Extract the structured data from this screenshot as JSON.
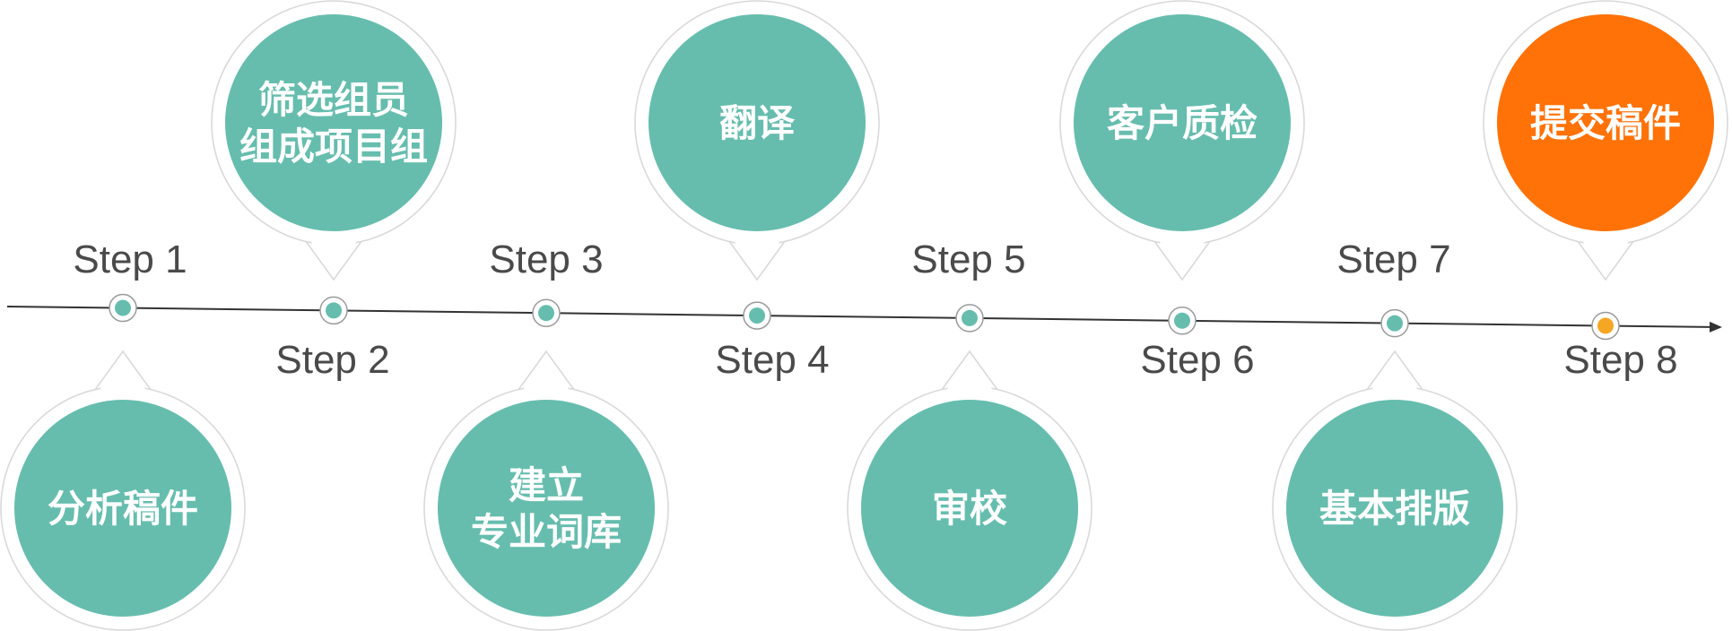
{
  "steps": [
    {
      "label": "Step 1",
      "text": [
        "分析稿件"
      ]
    },
    {
      "label": "Step 2",
      "text": [
        "筛选组员",
        "组成项目组"
      ]
    },
    {
      "label": "Step 3",
      "text": [
        "建立",
        "专业词库"
      ]
    },
    {
      "label": "Step 4",
      "text": [
        "翻译"
      ]
    },
    {
      "label": "Step 5",
      "text": [
        "审校"
      ]
    },
    {
      "label": "Step 6",
      "text": [
        "客户质检"
      ]
    },
    {
      "label": "Step 7",
      "text": [
        "基本排版"
      ]
    },
    {
      "label": "Step 8",
      "text": [
        "提交稿件"
      ]
    }
  ],
  "colors": {
    "teal": "#66bdae",
    "accent": "#ff7208",
    "line": "#333333",
    "label": "#4a4a4a",
    "outline": "#d9d9d9"
  },
  "highlight_step": 8
}
